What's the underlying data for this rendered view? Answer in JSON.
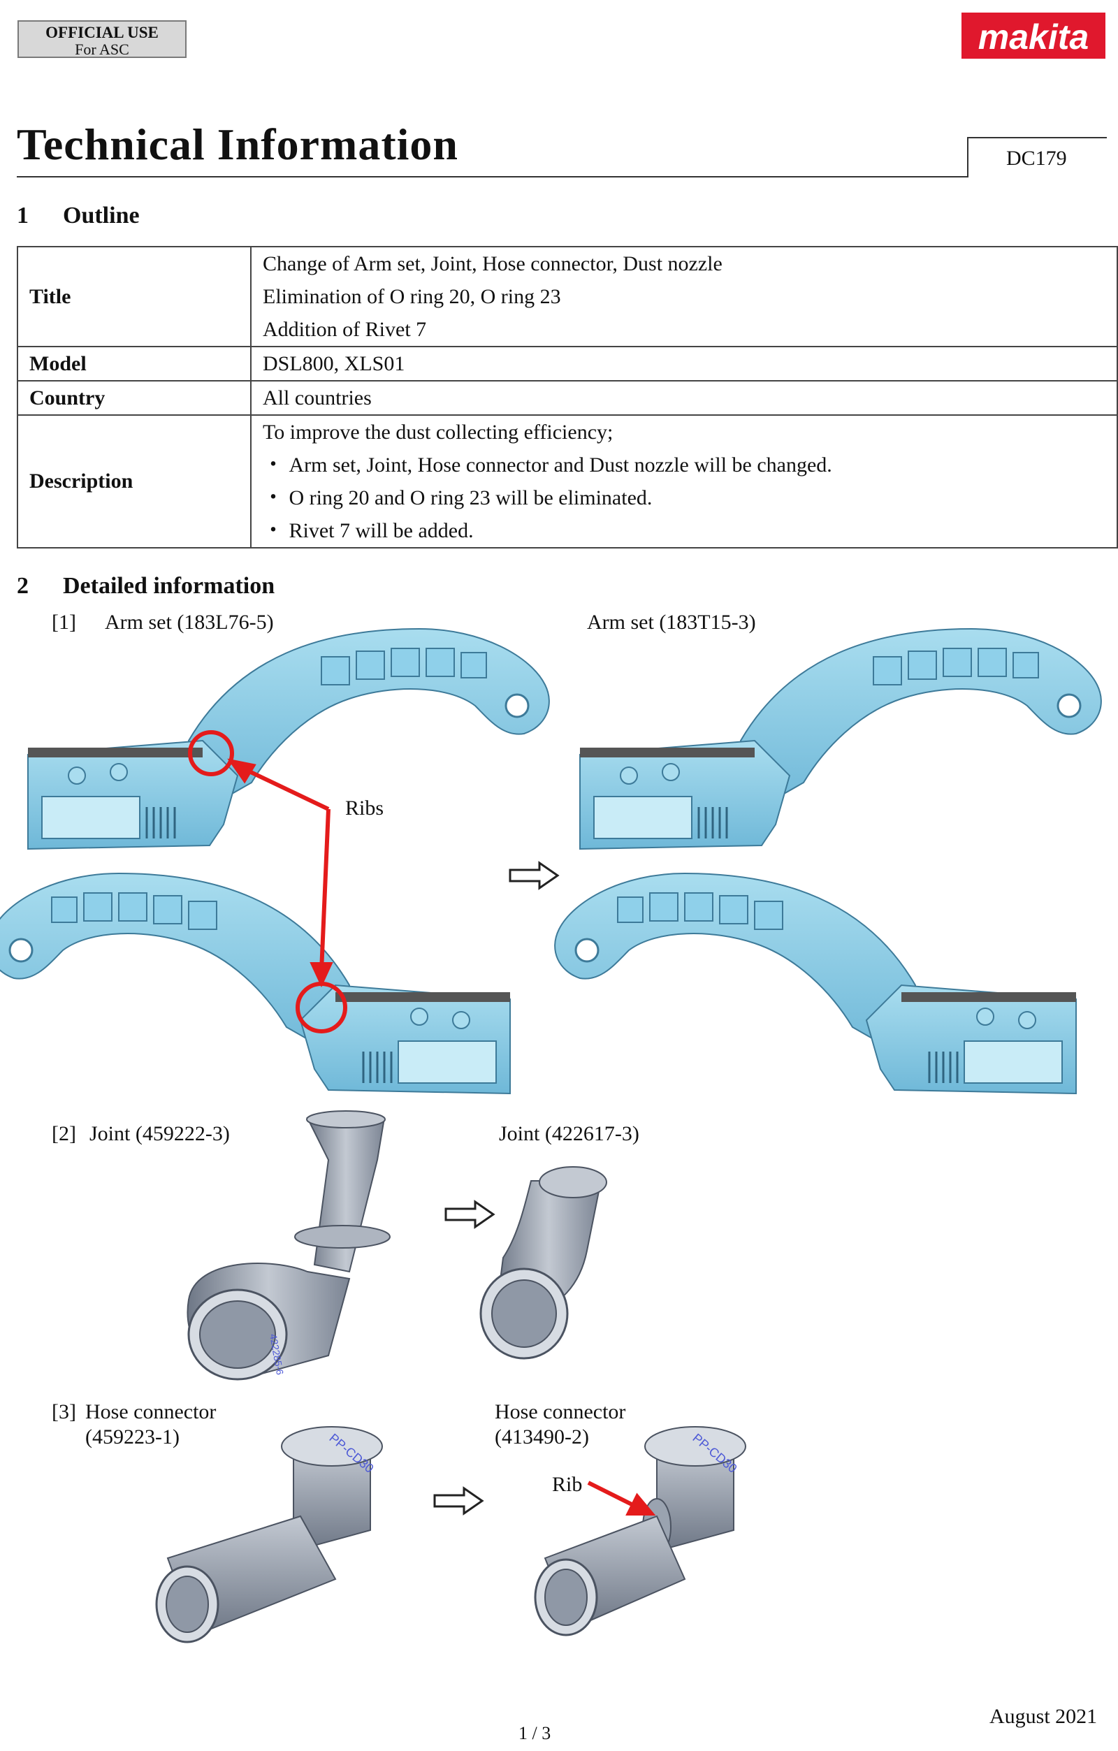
{
  "header": {
    "official_line1": "OFFICIAL USE",
    "official_line2": "For ASC",
    "logo_text": "makita",
    "title": "Technical Information",
    "doc_number": "DC179"
  },
  "outline": {
    "number": "1",
    "heading": "Outline",
    "rows": [
      {
        "label": "Title",
        "lines": [
          "Change of Arm set, Joint, Hose connector, Dust nozzle",
          "Elimination of O ring 20, O ring 23",
          "Addition of Rivet 7"
        ]
      },
      {
        "label": "Model",
        "lines": [
          "DSL800, XLS01"
        ]
      },
      {
        "label": "Country",
        "lines": [
          "All countries"
        ]
      },
      {
        "label": "Description",
        "lines": [
          "To improve the dust collecting efficiency;",
          "・ Arm set, Joint, Hose connector and Dust nozzle will be changed.",
          "・ O ring 20 and O ring 23 will be eliminated.",
          "・ Rivet 7 will be added."
        ]
      }
    ]
  },
  "detail": {
    "number": "2",
    "heading": "Detailed information",
    "items": [
      {
        "index": "[1]",
        "old_label": "Arm set (183L76-5)",
        "new_label": "Arm set (183T15-3)",
        "callout": "Ribs"
      },
      {
        "index": "[2]",
        "old_label": "Joint (459222-3)",
        "new_label": "Joint (422617-3)"
      },
      {
        "index": "[3]",
        "old_label_line1": "Hose connector",
        "old_label_line2": "(459223-1)",
        "new_label_line1": "Hose connector",
        "new_label_line2": "(413490-2)",
        "callout": "Rib"
      }
    ],
    "part_markings": {
      "old_joint": "422285-6",
      "hose_connector": "PP-CD30"
    }
  },
  "footer": {
    "date": "August 2021",
    "page": "1 / 3"
  },
  "colors": {
    "brand_red": "#e0182d",
    "arm_blue": "#7fc8e4",
    "part_gray": "#9aa3b0",
    "callout_red": "#e41b1b"
  }
}
